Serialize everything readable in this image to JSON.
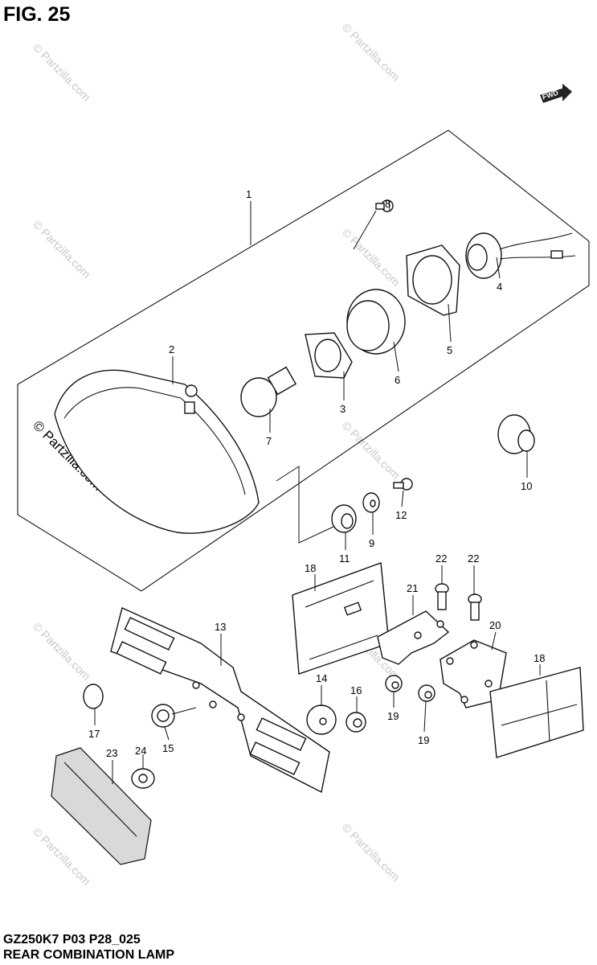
{
  "figure_title": "FIG. 25",
  "model_code": "GZ250K7 P03 P28_025",
  "diagram_name": "REAR COMBINATION LAMP",
  "direction_marker": "FWD",
  "watermark": "© Partzilla.com",
  "callouts": {
    "c1": "1",
    "c2": "2",
    "c3": "3",
    "c4": "4",
    "c5": "5",
    "c6": "6",
    "c7": "7",
    "c8": "8",
    "c9": "9",
    "c10": "10",
    "c11": "11",
    "c12": "12",
    "c13": "13",
    "c14": "14",
    "c15": "15",
    "c16": "16",
    "c17": "17",
    "c18a": "18",
    "c18b": "18",
    "c19a": "19",
    "c19b": "19",
    "c20": "20",
    "c21": "21",
    "c22a": "22",
    "c22b": "22",
    "c23": "23",
    "c24": "24"
  }
}
